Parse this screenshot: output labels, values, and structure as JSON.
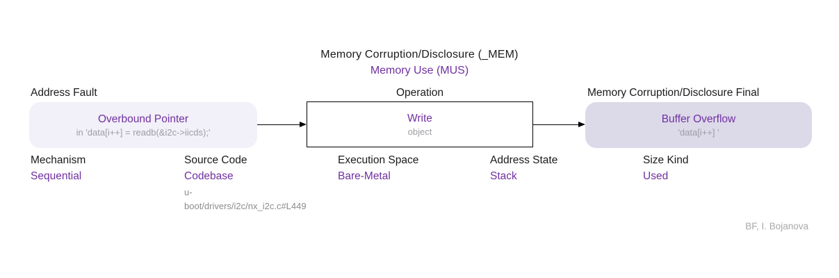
{
  "colors": {
    "accent_purple": "#7030a0",
    "text_black": "#1a1a1a",
    "box_subtext_gray": "#9e9da4",
    "note_gray": "#8c8c8c",
    "attribution_gray": "#a8a8a8",
    "cause_box_bg": "#f2f0f8",
    "final_box_bg": "#dcd9e9",
    "operation_box_border": "#000000"
  },
  "header": {
    "title": "Memory Corruption/Disclosure (_MEM)",
    "subtitle": "Memory Use (MUS)"
  },
  "flow": {
    "cause": {
      "label": "Address Fault",
      "value": "Overbound Pointer",
      "detail": "in 'data[i++] = readb(&i2c->iicds);'"
    },
    "operation": {
      "label": "Operation",
      "value": "Write",
      "detail": "object"
    },
    "consequence": {
      "label": "Memory Corruption/Disclosure Final",
      "value": "Buffer Overflow",
      "detail": "'data[i++] '"
    }
  },
  "attributes": [
    {
      "label": "Mechanism",
      "value": "Sequential"
    },
    {
      "label": "Source Code",
      "value": "Codebase",
      "note": "u-boot/drivers/i2c/nx_i2c.c#L449"
    },
    {
      "label": "Execution Space",
      "value": "Bare-Metal"
    },
    {
      "label": "Address State",
      "value": "Stack"
    },
    {
      "label": "Size Kind",
      "value": "Used"
    }
  ],
  "attribution": "BF, I. Bojanova"
}
